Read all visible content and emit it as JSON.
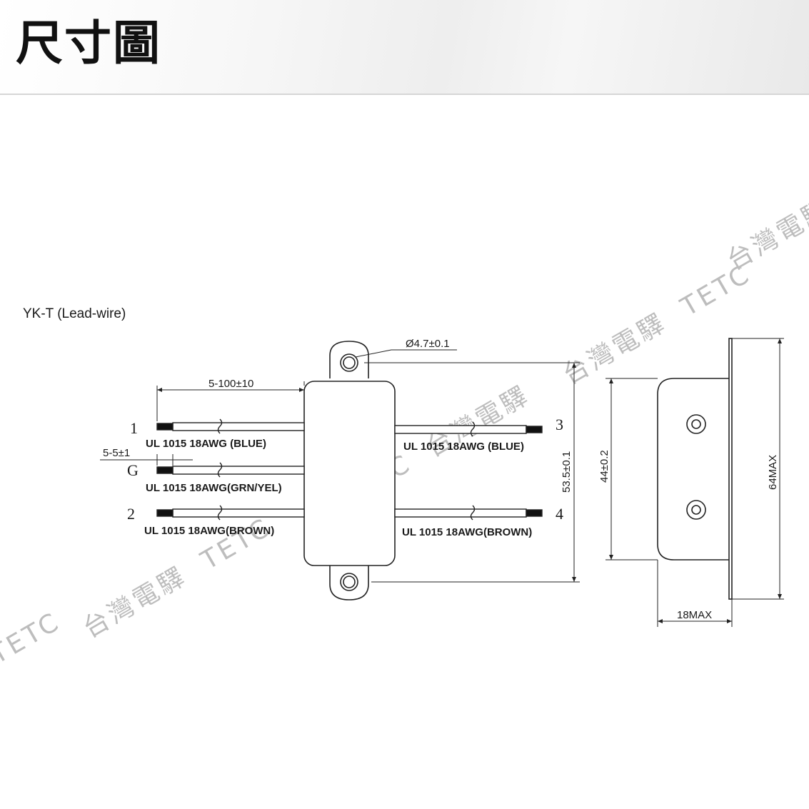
{
  "header": {
    "title": "尺寸圖"
  },
  "model_label": "YK-T (Lead-wire)",
  "watermark": [
    "台灣電驛",
    "TETC"
  ],
  "dimensions": {
    "hole": "Ø4.7±0.1",
    "lead_length": "5-100±10",
    "strip_length": "5-5±1",
    "height_total": "53.5±0.1",
    "body_height": "44±0.2",
    "overall_height": "64MAX",
    "depth": "18MAX"
  },
  "pins": {
    "p1": "1",
    "g": "G",
    "p2": "2",
    "p3": "3",
    "p4": "4"
  },
  "wires": {
    "left_top": "UL 1015 18AWG (BLUE)",
    "left_mid": "UL 1015 18AWG(GRN/YEL)",
    "left_bottom": "UL 1015 18AWG(BROWN)",
    "right_top": "UL 1015 18AWG (BLUE)",
    "right_bottom": "UL 1015 18AWG(BROWN)"
  }
}
